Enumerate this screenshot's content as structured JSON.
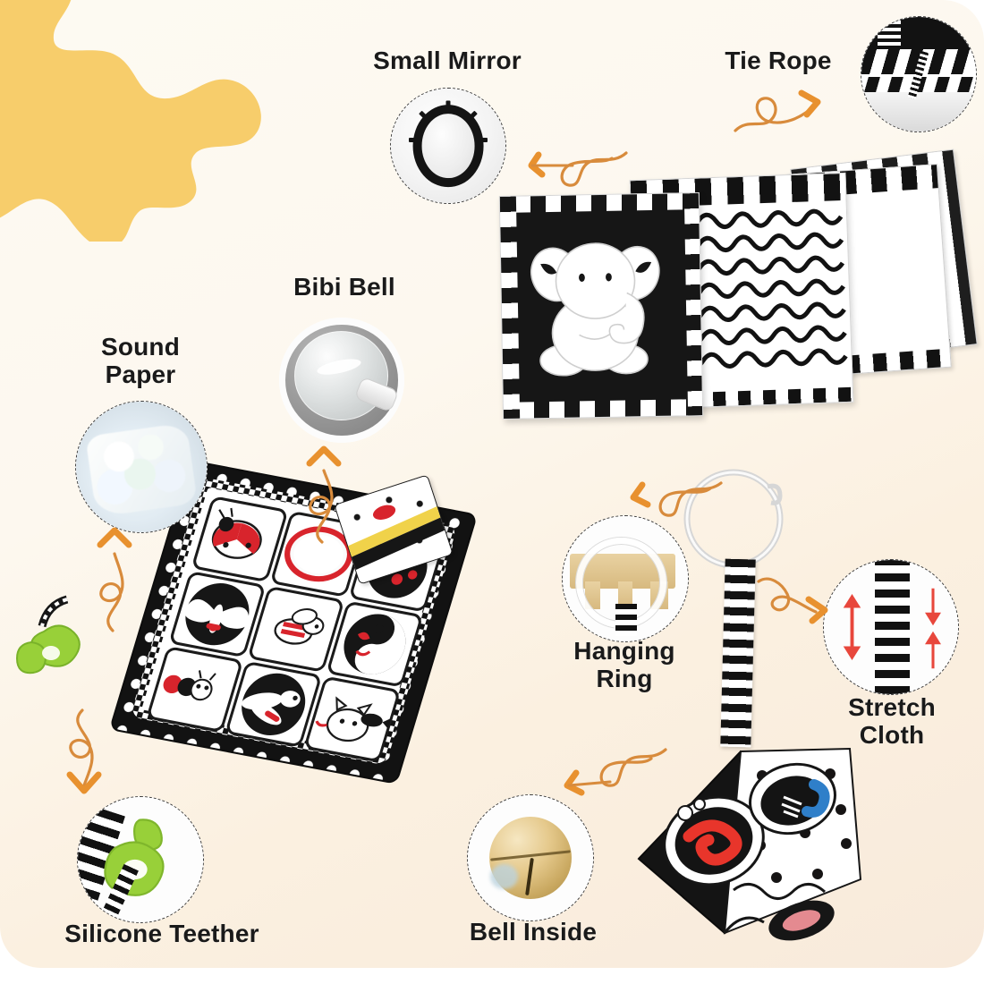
{
  "page": {
    "type": "product-feature-infographic",
    "product": "black and white baby sensory toy set",
    "background_color": "#fbf2e6",
    "accent_color": "#e8912f",
    "splash_color": "#f7cd6b",
    "label_color": "#1a1a1a"
  },
  "callouts": [
    {
      "id": "small-mirror",
      "label": "Small Mirror",
      "icon": "mirror-icon",
      "label_position": "above",
      "arrow": "curly-arrow-left"
    },
    {
      "id": "tie-rope",
      "label": "Tie Rope",
      "icon": "rope-tie-icon",
      "label_position": "left",
      "arrow": "curly-arrow-right"
    },
    {
      "id": "sound-paper",
      "label": "Sound\nPaper",
      "icon": "crinkle-paper-icon",
      "label_position": "above",
      "arrow": "curly-arrow-up"
    },
    {
      "id": "bibi-bell",
      "label": "Bibi Bell",
      "icon": "squeaker-bell-icon",
      "label_position": "above",
      "arrow": "curly-arrow-up"
    },
    {
      "id": "silicone-teether",
      "label": "Silicone Teether",
      "icon": "teether-icon",
      "label_position": "below",
      "arrow": "curly-arrow-down"
    },
    {
      "id": "bell-inside",
      "label": "Bell Inside",
      "icon": "jingle-bell-icon",
      "label_position": "below",
      "arrow": "curly-arrow-left-down"
    },
    {
      "id": "hanging-ring",
      "label": "Hanging\nRing",
      "icon": "ring-clip-icon",
      "label_position": "below",
      "arrow": "curly-arrow-up-right"
    },
    {
      "id": "stretch-cloth",
      "label": "Stretch\nCloth",
      "icon": "stretch-arrows-icon",
      "label_position": "below",
      "arrow": "curly-arrow-right"
    }
  ],
  "products": {
    "cloth_book": {
      "name": "black-and-white cloth book",
      "cover_motif": "elephant",
      "page_motif": "wavy lines",
      "edge_motif": "checkerboard"
    },
    "play_mat": {
      "name": "tummy time play mat",
      "border_motif": "polka dots on black",
      "tiles": [
        "ladybug",
        "butterfly",
        "bee",
        "ladybug-dots",
        "caterpillar",
        "yin-yang cat",
        "dragonfly",
        "cat-with-fish",
        "mirror"
      ],
      "mirror_ring_color": "#d8242c"
    },
    "hanging_cube": {
      "name": "sensory hanging cube",
      "faces": [
        "red spiral eye",
        "blue swirl eye",
        "black and white dots"
      ],
      "clip": "ring clip",
      "band": "striped stretch cloth"
    },
    "teether": {
      "name": "green silicone teether",
      "color": "#98d039"
    }
  }
}
